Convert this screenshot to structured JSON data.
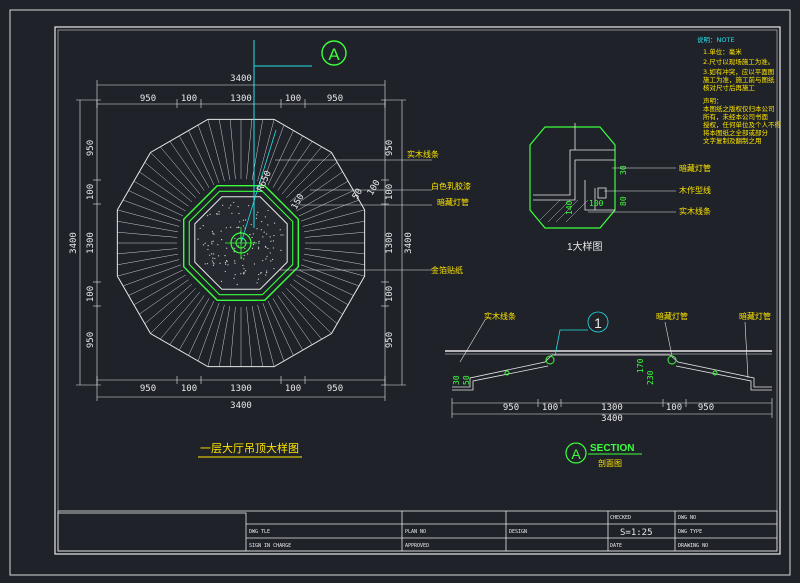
{
  "plan": {
    "marker": "A",
    "title": "一层大厅吊顶大样图",
    "dims_top": [
      "950",
      "100",
      "1300",
      "100",
      "950"
    ],
    "dim_total_top": "3400",
    "dims_bottom": [
      "950",
      "100",
      "1300",
      "100",
      "950"
    ],
    "dim_total_bottom": "3400",
    "dims_left": [
      "950",
      "100",
      "1300",
      "100",
      "950"
    ],
    "dim_total_left": "3400",
    "dims_right": [
      "950",
      "100",
      "1300",
      "100",
      "950"
    ],
    "dim_total_right": "3400",
    "inner_dims": [
      "R650",
      "150",
      "50",
      "100"
    ],
    "labels": [
      "实木线条",
      "白色乳胶漆",
      "暗藏灯管",
      "金箔贴纸"
    ]
  },
  "detail": {
    "title": "1大样图",
    "labels": [
      "暗藏灯管",
      "木作型线",
      "实木线条"
    ],
    "dims": [
      "30",
      "80",
      "140",
      "100"
    ]
  },
  "section": {
    "marker": "A",
    "title_en": "SECTION",
    "title_cn": "剖面图",
    "callout": "1",
    "labels": [
      "实木线条",
      "暗藏灯管",
      "暗藏灯管"
    ],
    "dims": [
      "950",
      "100",
      "1300",
      "100",
      "950"
    ],
    "dim_total": "3400",
    "side_dims": [
      "30",
      "50",
      "170",
      "230"
    ]
  },
  "notes": {
    "heading": "说明：NOTE",
    "lines": [
      "1.单位：毫米",
      "2.尺寸以现场施工为准。",
      "3.如有冲突，应以平面图",
      "施工为准，施工前与图纸",
      "核对尺寸后再施工",
      "声明：",
      "本图纸之版权仅归本公司",
      "所有，未经本公司书面",
      "授权，任何单位及个人不得",
      "将本图纸之全部或部分",
      "文字复制及翻制之用"
    ]
  },
  "titleblock": {
    "dwg_title": "DWG TLE",
    "plan_no": "PLAN NO",
    "design": "DESIGN",
    "checked": "CHECKED",
    "dwg_no": "DWG NO",
    "sign_in_charge": "SIGN IN CHARGE",
    "approved": "APPROVED",
    "date": "DATE",
    "dwg_type": "DWG TYPE",
    "scale": "S=1:25",
    "drawing_no": "DRAWING NO"
  },
  "colors": {
    "background": "#1f2329",
    "frame": "#ffffff",
    "cyan": "#22e0e8",
    "green": "#3cff3c",
    "yellow": "#ffe500"
  }
}
